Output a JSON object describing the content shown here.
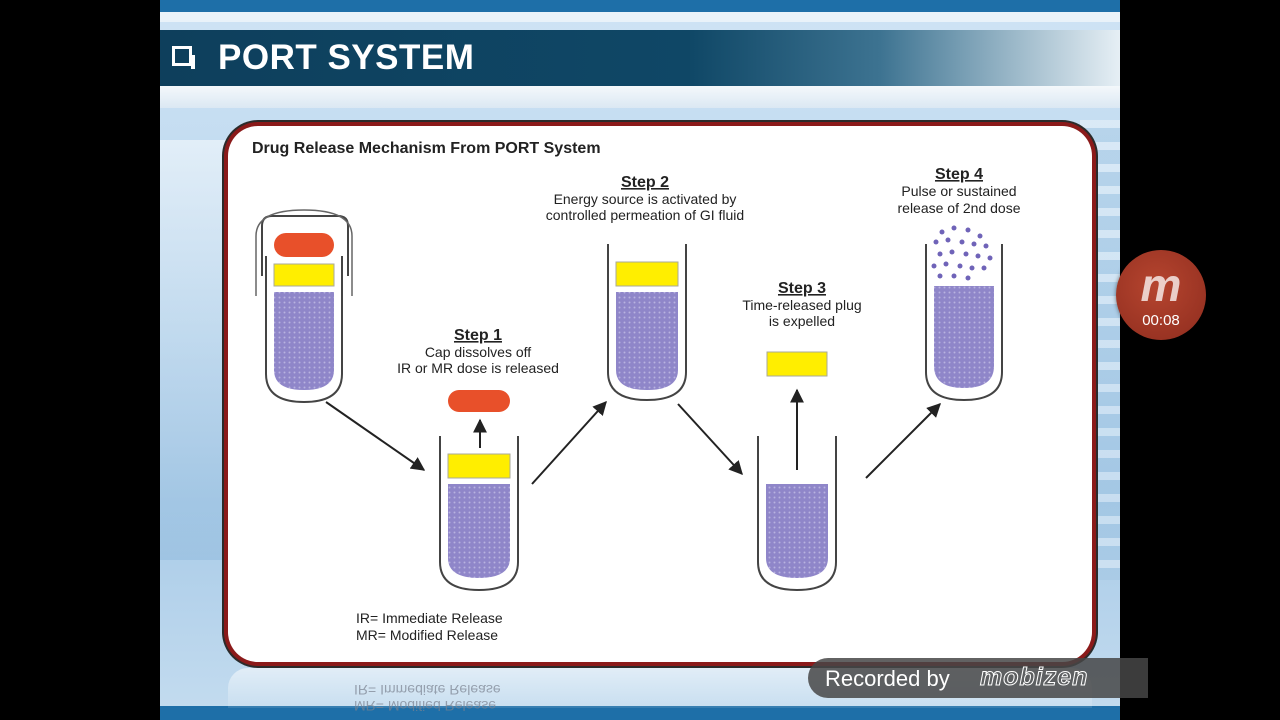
{
  "slide": {
    "title": "PORT SYSTEM"
  },
  "figure": {
    "heading": "Drug Release Mechanism From PORT System",
    "step1": {
      "label": "Step 1",
      "line1": "Cap dissolves off",
      "line2": "IR or MR dose is released"
    },
    "step2": {
      "label": "Step 2",
      "line1": "Energy source is activated by",
      "line2": "controlled permeation of GI fluid"
    },
    "step3": {
      "label": "Step 3",
      "line1": "Time-released plug",
      "line2": "is expelled"
    },
    "step4": {
      "label": "Step 4",
      "line1": "Pulse or sustained",
      "line2": "release of 2nd dose"
    },
    "legend": {
      "ir": "IR=   Immediate Release",
      "mr": "MR= Modified Release"
    },
    "colors": {
      "cap": "#e8502a",
      "plug": "#ffee00",
      "dose": "#8f86c9",
      "outline": "#444444"
    }
  },
  "reflection": {
    "line1": "MR= Modified Release",
    "line2": "IR=   Immediate Release"
  },
  "recorder": {
    "badge_letter": "m",
    "timer": "00:08",
    "recorded_by": "Recorded by",
    "brand": "mobizen"
  }
}
